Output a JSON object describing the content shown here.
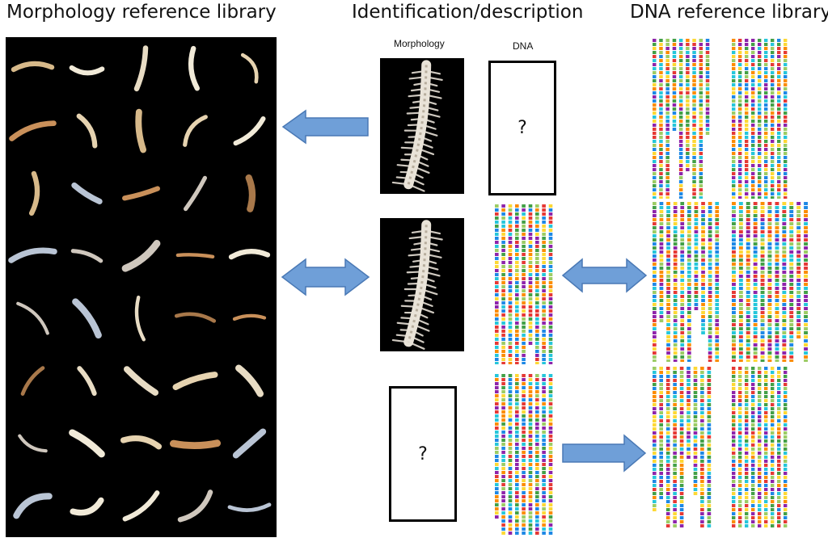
{
  "headings": {
    "morphology_library": "Morphology reference library",
    "identification": "Identification/description",
    "dna_library": "DNA reference library"
  },
  "column_labels": {
    "morphology": "Morphology",
    "dna": "DNA"
  },
  "unknown_marks": {
    "dna_unknown": "?",
    "morphology_unknown": "?"
  },
  "colors": {
    "arrow_fill": "#6f9fd8",
    "arrow_stroke": "#4a79b5",
    "panel_bg": "#000000",
    "dna_palette": [
      "#e53935",
      "#43a047",
      "#1e88e5",
      "#fdd835",
      "#8e24aa",
      "#fb8c00",
      "#26c6da",
      "#9ccc65"
    ]
  },
  "rows": [
    {
      "name": "row-1",
      "relation": "left-arrow",
      "morphology": "image",
      "dna": "unknown"
    },
    {
      "name": "row-2",
      "relation": "double-arrow",
      "morphology": "image",
      "dna": "sequence"
    },
    {
      "name": "row-3",
      "relation": "right-arrow",
      "morphology": "unknown",
      "dna": "sequence"
    }
  ]
}
